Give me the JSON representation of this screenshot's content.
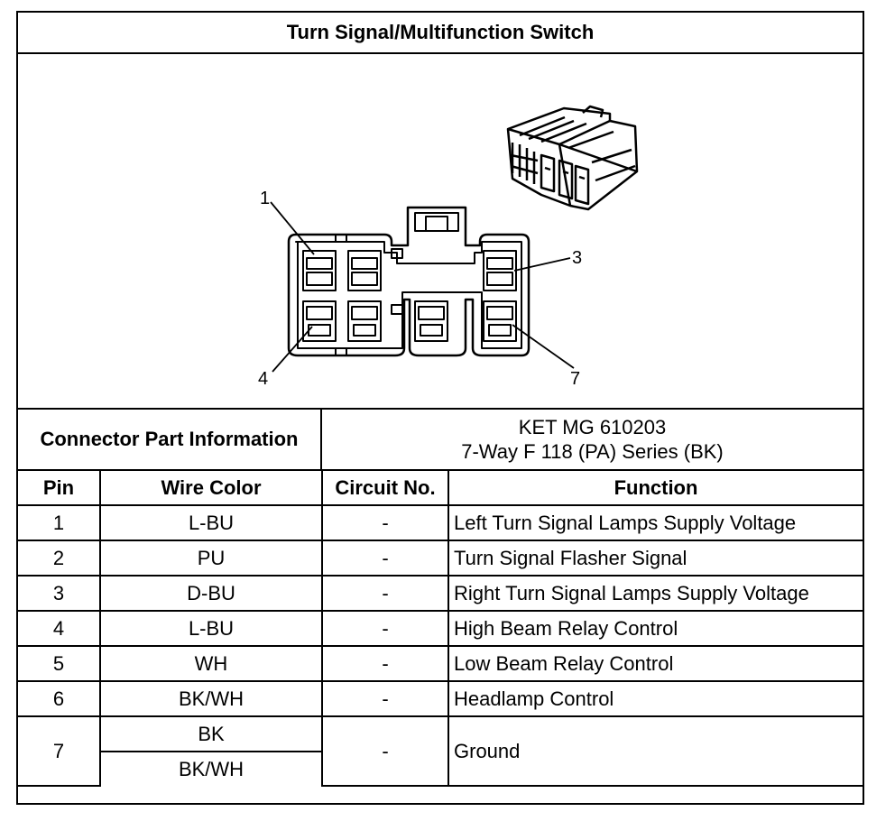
{
  "title": "Turn Signal/Multifunction Switch",
  "diagram": {
    "callouts": [
      "1",
      "3",
      "4",
      "7"
    ]
  },
  "connector": {
    "label": "Connector Part Information",
    "part_number": "KET MG 610203",
    "series": "7-Way F 118 (PA) Series (BK)"
  },
  "table": {
    "headers": [
      "Pin",
      "Wire Color",
      "Circuit No.",
      "Function"
    ],
    "rows": [
      {
        "pin": "1",
        "wire": "L-BU",
        "circuit": "-",
        "function": "Left Turn Signal Lamps Supply Voltage"
      },
      {
        "pin": "2",
        "wire": "PU",
        "circuit": "-",
        "function": "Turn Signal Flasher Signal"
      },
      {
        "pin": "3",
        "wire": "D-BU",
        "circuit": "-",
        "function": "Right Turn Signal Lamps Supply Voltage"
      },
      {
        "pin": "4",
        "wire": "L-BU",
        "circuit": "-",
        "function": "High Beam Relay Control"
      },
      {
        "pin": "5",
        "wire": "WH",
        "circuit": "-",
        "function": "Low Beam Relay Control"
      },
      {
        "pin": "6",
        "wire": "BK/WH",
        "circuit": "-",
        "function": "Headlamp Control"
      },
      {
        "pin": "7",
        "wire": "BK",
        "wire2": "BK/WH",
        "circuit": "-",
        "function": "Ground"
      }
    ]
  }
}
